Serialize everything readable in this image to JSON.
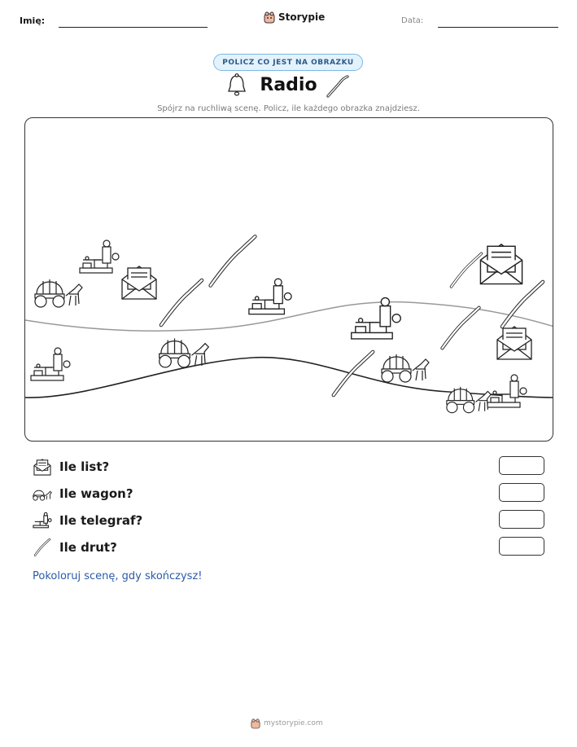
{
  "header": {
    "name_label": "Imię:",
    "brand": "Storypie",
    "date_label": "Data:"
  },
  "title_area": {
    "pill": "POLICZ CO JEST NA OBRAZKU",
    "title": "Radio",
    "subtitle": "Spójrz na ruchliwą scenę. Policz, ile każdego obrazka znajdziesz.",
    "left_icon": "bell-icon",
    "right_icon": "wire-icon"
  },
  "scene": {
    "objects": [
      {
        "type": "telegraph",
        "count_group": "telegraf"
      },
      {
        "type": "letter",
        "count_group": "list"
      },
      {
        "type": "wagon",
        "count_group": "wagon"
      },
      {
        "type": "wire",
        "count_group": "drut"
      }
    ]
  },
  "questions": [
    {
      "icon": "letter-icon",
      "text": "Ile list?"
    },
    {
      "icon": "wagon-icon",
      "text": "Ile wagon?"
    },
    {
      "icon": "telegraph-icon",
      "text": "Ile telegraf?"
    },
    {
      "icon": "wire-icon",
      "text": "Ile drut?"
    }
  ],
  "footer_note": "Pokoloruj scenę, gdy skończysz!",
  "site": "mystorypie.com",
  "colors": {
    "accent_blue": "#2a5aa8",
    "pill_border": "#7ab8e6",
    "pill_fill": "#e4f2fc"
  }
}
